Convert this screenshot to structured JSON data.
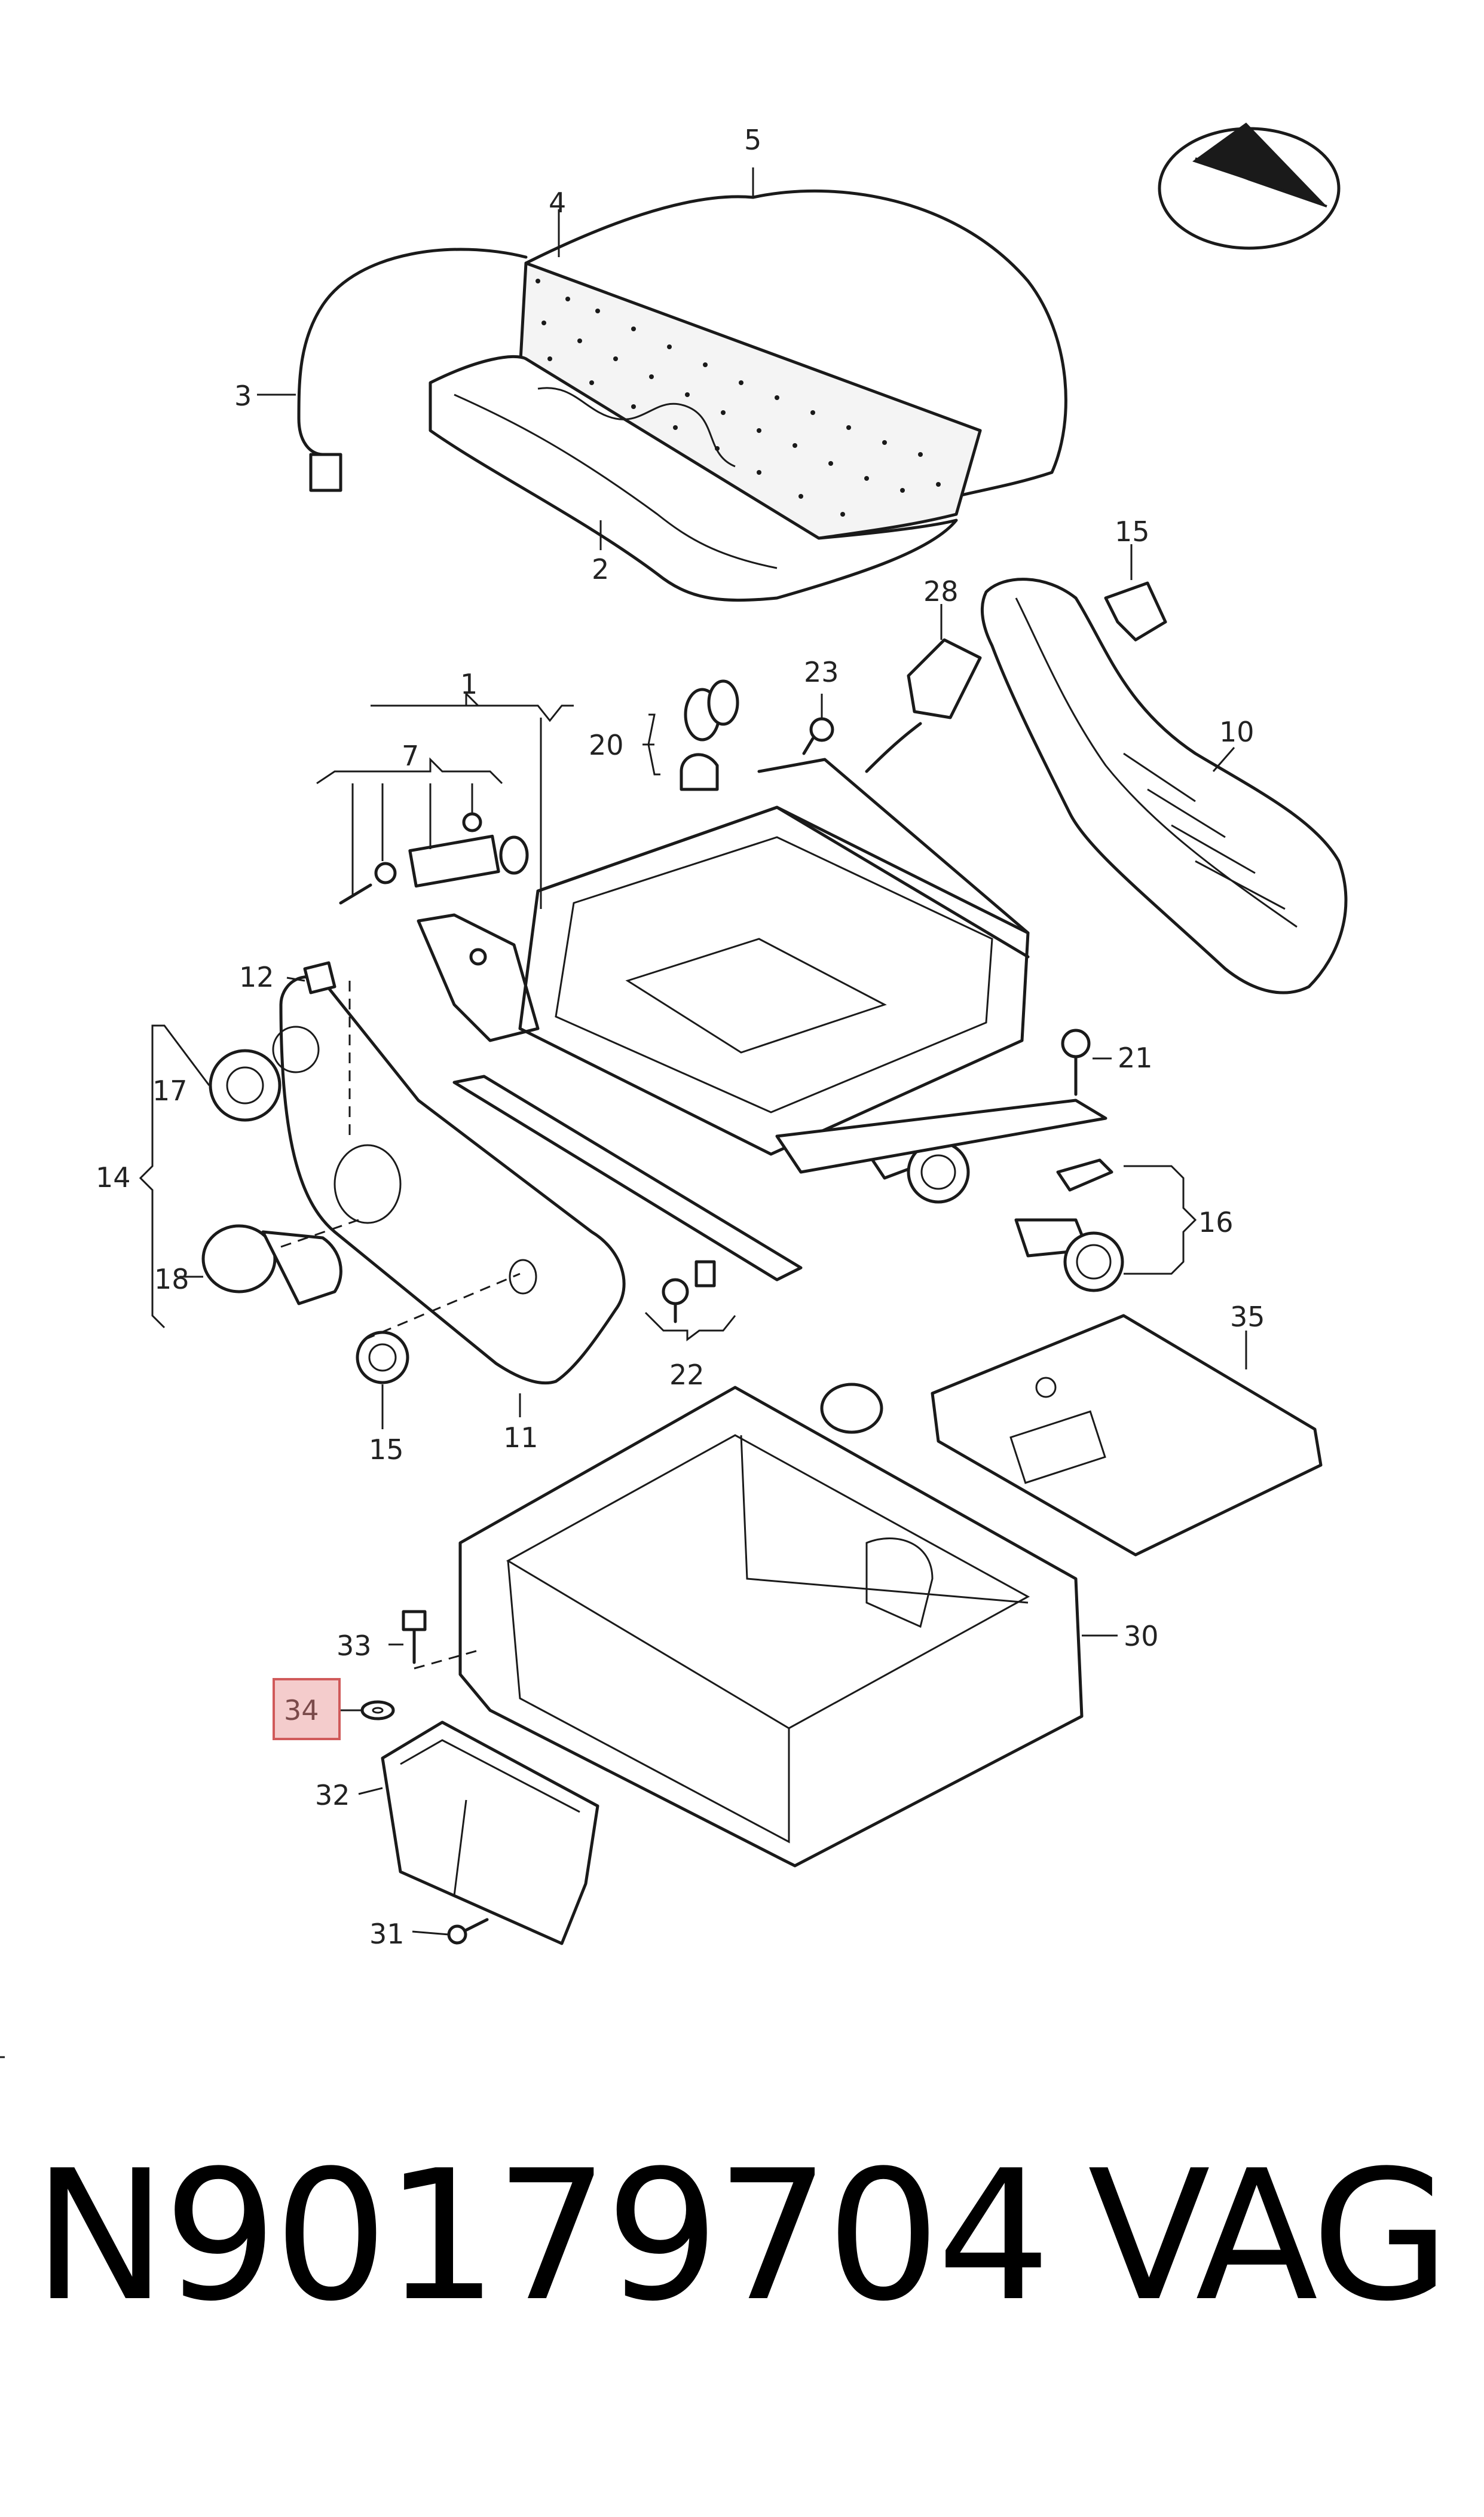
{
  "diagram": {
    "labels": {
      "l1": "1",
      "l2": "2",
      "l3": "3",
      "l4": "4",
      "l5": "5",
      "l7": "7",
      "l10": "10",
      "l11": "11",
      "l12": "12",
      "l14": "14",
      "l15a": "15",
      "l15b": "15",
      "l16": "16",
      "l17": "17",
      "l18": "18",
      "l20": "20",
      "l21": "21",
      "l22": "22",
      "l23": "23",
      "l28": "28",
      "l30": "30",
      "l31": "31",
      "l32": "32",
      "l33": "33",
      "l34": "34",
      "l35": "35"
    },
    "highlight": {
      "label": "34",
      "color": "#f4cccc",
      "border": "#d05a5a"
    }
  },
  "footer": {
    "part_number": "N90179704",
    "brand": "VAG"
  }
}
